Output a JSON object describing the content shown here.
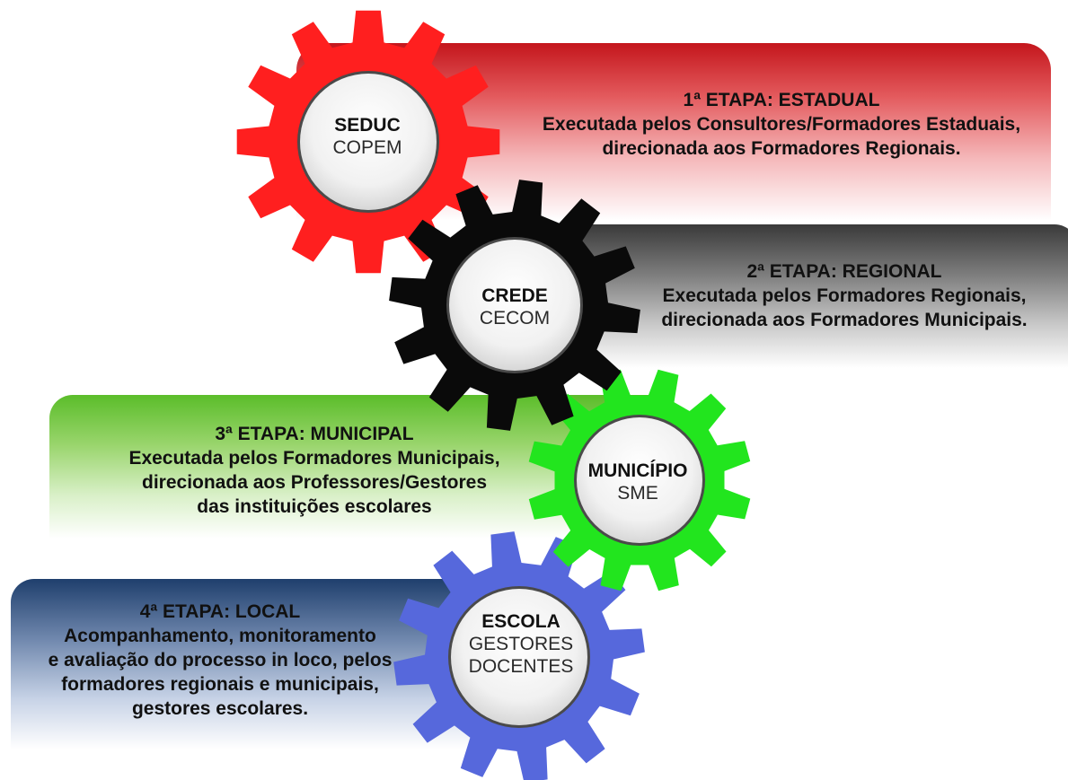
{
  "stages": [
    {
      "heading": "1ª ETAPA: ESTADUAL",
      "lines": [
        "Executada pelos Consultores/Formadores Estaduais,",
        "direcionada aos Formadores Regionais."
      ],
      "gear": {
        "title": "SEDUC",
        "subtitle_lines": [
          "COPEM"
        ],
        "color": "#ff1f1f"
      }
    },
    {
      "heading": "2ª ETAPA: REGIONAL",
      "lines": [
        "Executada pelos  Formadores Regionais,",
        "direcionada aos Formadores Municipais."
      ],
      "gear": {
        "title": "CREDE",
        "subtitle_lines": [
          "CECOM"
        ],
        "color": "#0a0a0a"
      }
    },
    {
      "heading": "3ª ETAPA: MUNICIPAL",
      "lines": [
        "Executada pelos  Formadores Municipais,",
        "direcionada aos Professores/Gestores",
        "das instituições escolares"
      ],
      "gear": {
        "title": "MUNICÍPIO",
        "subtitle_lines": [
          "SME"
        ],
        "color": "#22e51e"
      }
    },
    {
      "heading": "4ª ETAPA: LOCAL",
      "lines": [
        "Acompanhamento, monitoramento",
        "e avaliação do processo in loco, pelos",
        "formadores regionais e municipais,",
        "gestores escolares."
      ],
      "gear": {
        "title": "ESCOLA",
        "subtitle_lines": [
          "GESTORES",
          "DOCENTES"
        ],
        "color": "#5668dc"
      }
    }
  ]
}
